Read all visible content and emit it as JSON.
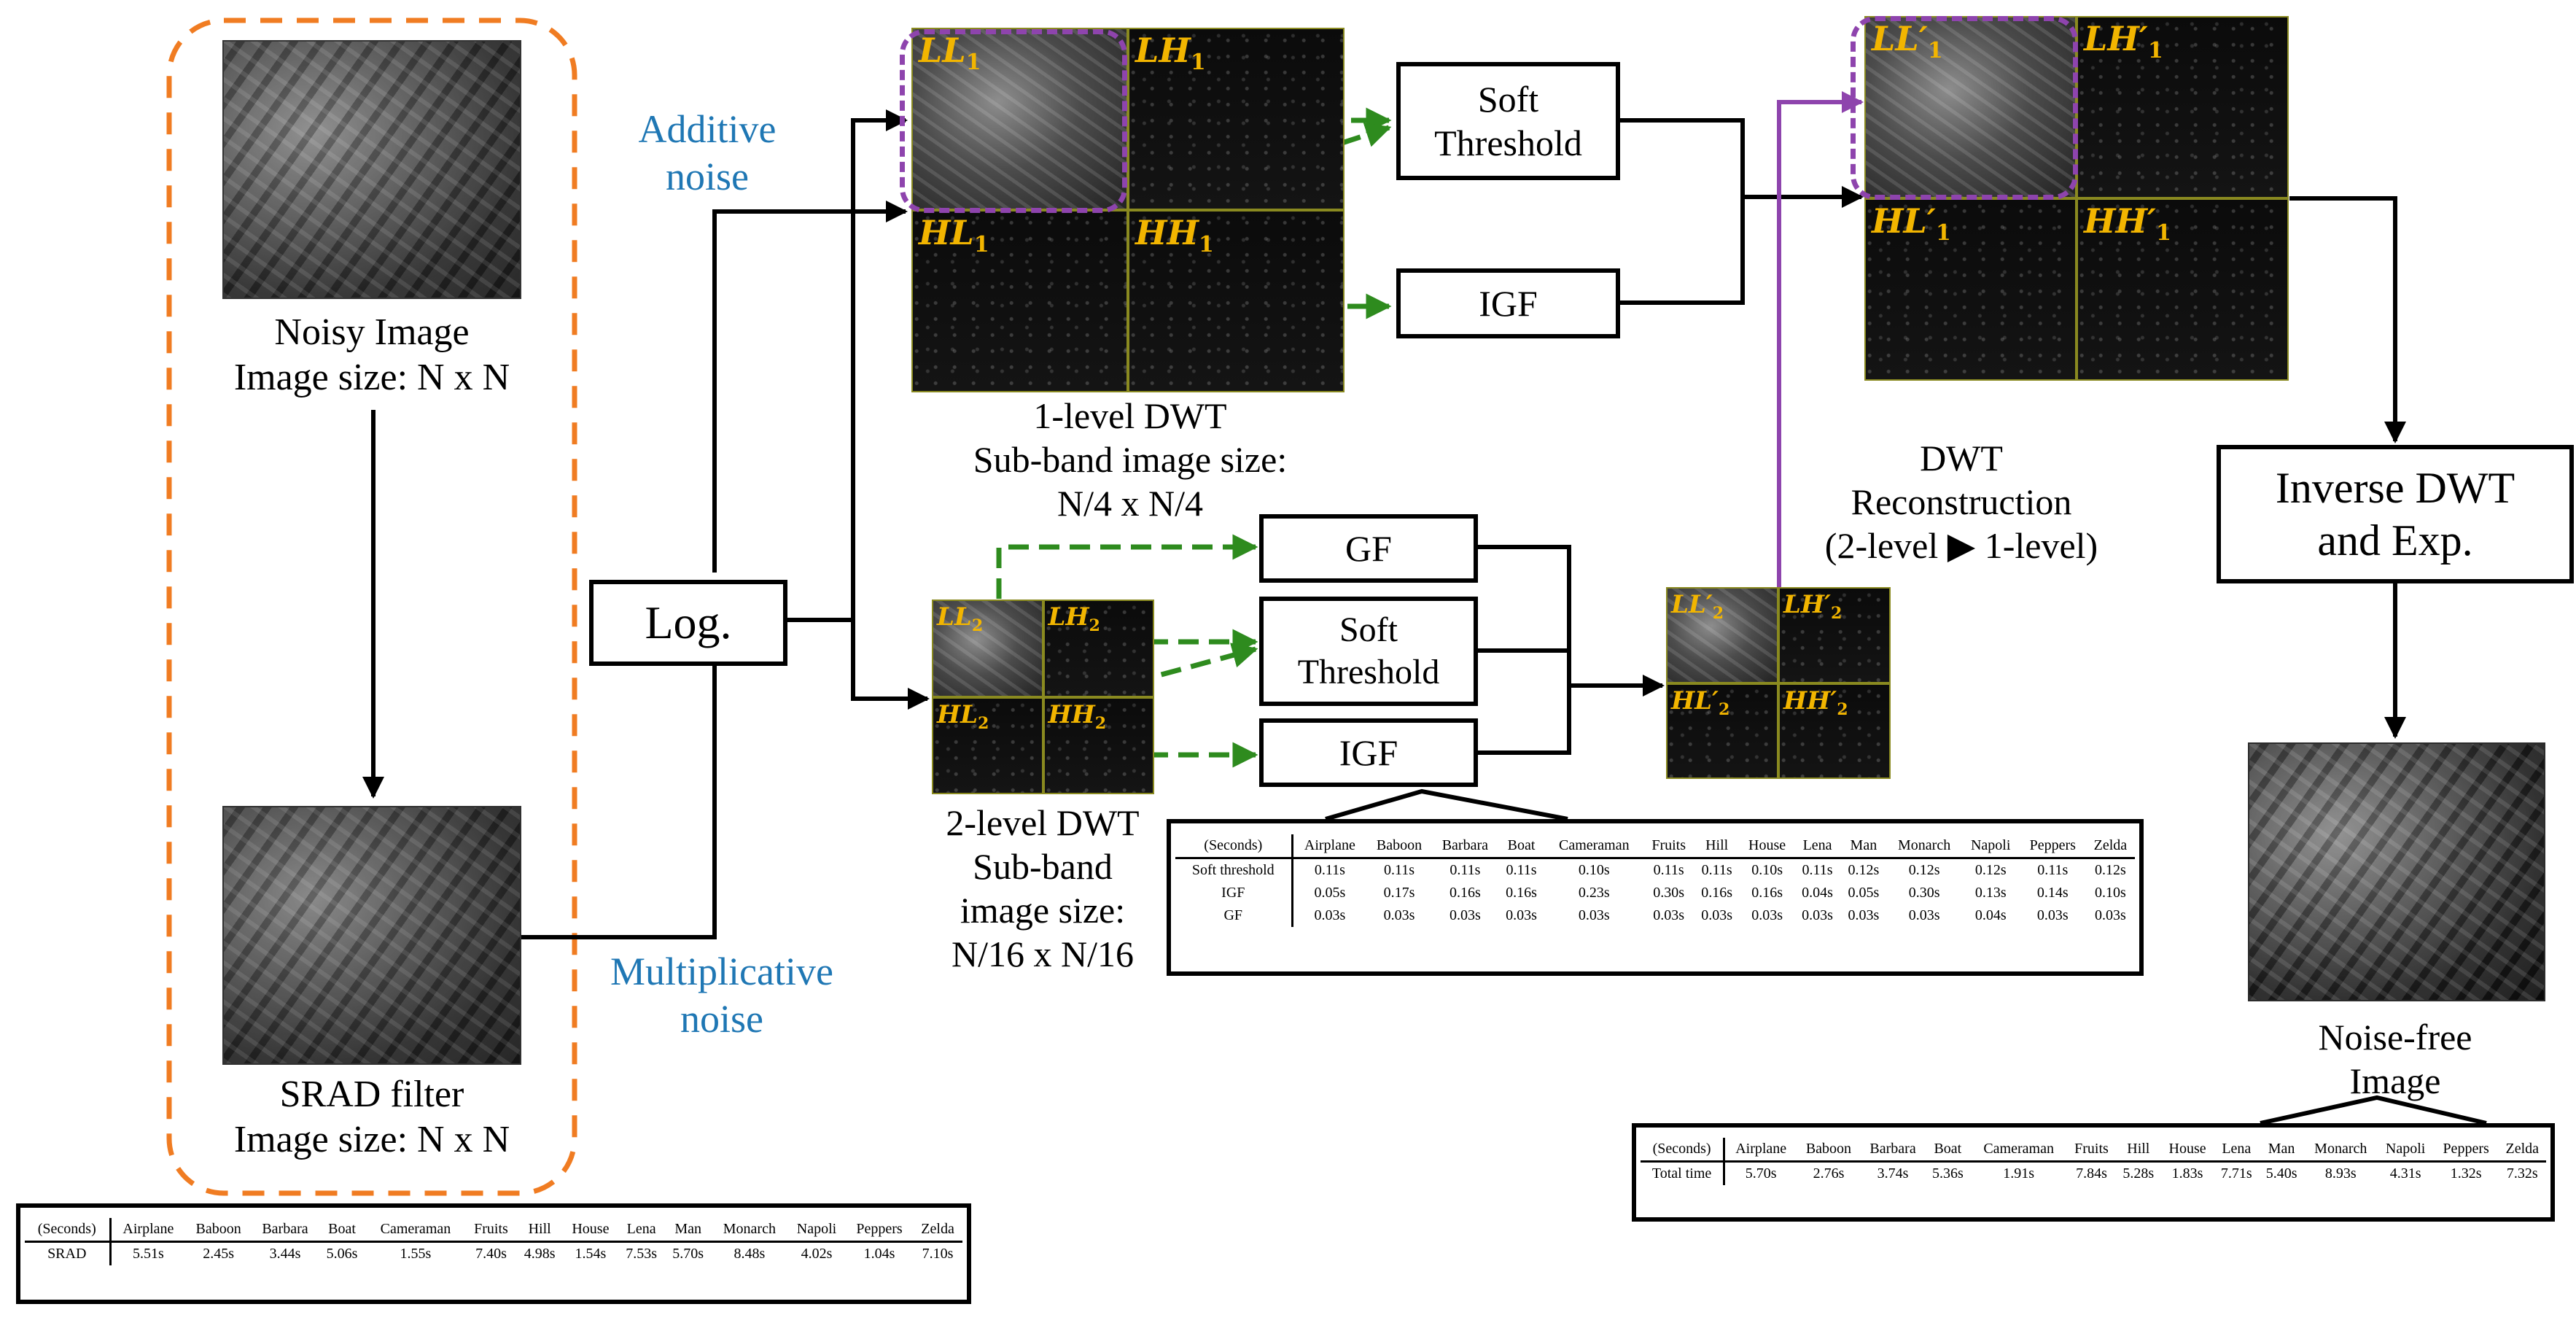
{
  "noisy_image": {
    "title": "Noisy Image",
    "size": "Image size: N x N"
  },
  "srad_image": {
    "title": "SRAD filter",
    "size": "Image size: N x N"
  },
  "noise_labels": {
    "additive_line1": "Additive",
    "additive_line2": "noise",
    "mult_line1": "Multiplicative",
    "mult_line2": "noise"
  },
  "log_box": "Log.",
  "dwt1": {
    "bands": [
      "LL",
      "LH",
      "HL",
      "HH"
    ],
    "subscript": "1",
    "caption_line1": "1-level DWT",
    "caption_line2": "Sub-band image size:",
    "caption_line3": "N/4 x N/4"
  },
  "dwt2": {
    "bands": [
      "LL",
      "LH",
      "HL",
      "HH"
    ],
    "subscript": "2",
    "caption_line1": "2-level DWT",
    "caption_line2": "Sub-band",
    "caption_line3": "image size:",
    "caption_line4": "N/16 x N/16"
  },
  "recon1": {
    "bands": [
      "LL′",
      "LH′",
      "HL′",
      "HH′"
    ],
    "subscript": "1"
  },
  "recon2": {
    "bands": [
      "LL′",
      "LH′",
      "HL′",
      "HH′"
    ],
    "subscript": "2"
  },
  "ops": {
    "soft1_line1": "Soft",
    "soft1_line2": "Threshold",
    "igf1": "IGF",
    "gf2": "GF",
    "soft2_line1": "Soft",
    "soft2_line2": "Threshold",
    "igf2": "IGF"
  },
  "reconstruction_label": {
    "line1": "DWT",
    "line2": "Reconstruction",
    "line3": "(2-level ▶ 1-level)"
  },
  "inverse_box": {
    "line1": "Inverse DWT",
    "line2": "and Exp."
  },
  "output_image": {
    "line1": "Noise-free",
    "line2": "Image"
  },
  "images": [
    "Airplane",
    "Baboon",
    "Barbara",
    "Boat",
    "Cameraman",
    "Fruits",
    "Hill",
    "House",
    "Lena",
    "Man",
    "Monarch",
    "Napoli",
    "Peppers",
    "Zelda"
  ],
  "unit_header": "(Seconds)",
  "filter_table": {
    "rows": [
      {
        "name": "Soft threshold",
        "values": [
          "0.11s",
          "0.11s",
          "0.11s",
          "0.11s",
          "0.10s",
          "0.11s",
          "0.11s",
          "0.10s",
          "0.11s",
          "0.12s",
          "0.12s",
          "0.12s",
          "0.11s",
          "0.12s"
        ]
      },
      {
        "name": "IGF",
        "values": [
          "0.05s",
          "0.17s",
          "0.16s",
          "0.16s",
          "0.23s",
          "0.30s",
          "0.16s",
          "0.16s",
          "0.04s",
          "0.05s",
          "0.30s",
          "0.13s",
          "0.14s",
          "0.10s"
        ]
      },
      {
        "name": "GF",
        "values": [
          "0.03s",
          "0.03s",
          "0.03s",
          "0.03s",
          "0.03s",
          "0.03s",
          "0.03s",
          "0.03s",
          "0.03s",
          "0.03s",
          "0.03s",
          "0.04s",
          "0.03s",
          "0.03s"
        ]
      }
    ]
  },
  "total_table": {
    "rows": [
      {
        "name": "Total time",
        "values": [
          "5.70s",
          "2.76s",
          "3.74s",
          "5.36s",
          "1.91s",
          "7.84s",
          "5.28s",
          "1.83s",
          "7.71s",
          "5.40s",
          "8.93s",
          "4.31s",
          "1.32s",
          "7.32s"
        ]
      }
    ]
  },
  "srad_table": {
    "rows": [
      {
        "name": "SRAD",
        "values": [
          "5.51s",
          "2.45s",
          "3.44s",
          "5.06s",
          "1.55s",
          "7.40s",
          "4.98s",
          "1.54s",
          "7.53s",
          "5.70s",
          "8.48s",
          "4.02s",
          "1.04s",
          "7.10s"
        ]
      }
    ]
  },
  "colors": {
    "flow_arrow": "#000000",
    "dashed_arrow": "#2e8b1e",
    "ll_highlight": "#8e44ad",
    "input_group": "#f07c22",
    "noise_label": "#1f77b4",
    "band_label": "#f2b500"
  }
}
